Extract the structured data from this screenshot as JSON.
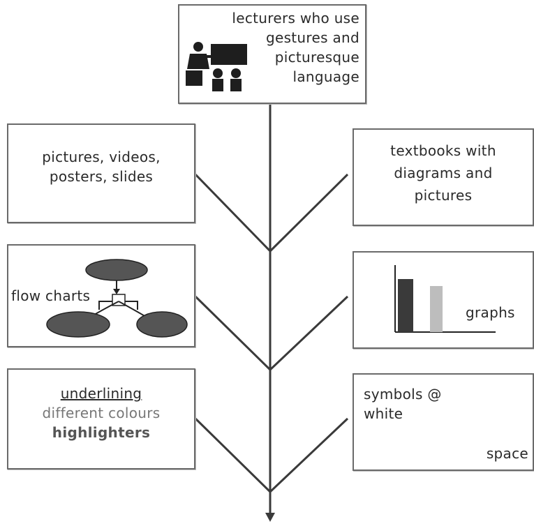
{
  "top_box": {
    "lines": [
      "lecturers who use",
      "gestures and",
      "picturesque",
      "language"
    ],
    "icon": "lecturer-teaching-students-icon"
  },
  "left_boxes": [
    {
      "lines": [
        "pictures, videos,",
        "posters, slides"
      ]
    },
    {
      "label": "flow charts",
      "icon": "flowchart-ellipses-icon"
    },
    {
      "line1": "underlining",
      "line2": "different colours",
      "line3": "highlighters"
    }
  ],
  "right_boxes": [
    {
      "lines": [
        "textbooks with",
        "diagrams and",
        "pictures"
      ]
    },
    {
      "label": "graphs",
      "icon": "bar-graph-icon"
    },
    {
      "line1": "symbols @",
      "line2": "white",
      "line3": "space"
    }
  ],
  "colors": {
    "line": "#3a3a3a",
    "border": "#6a6a6a",
    "shape_dark": "#555555"
  }
}
